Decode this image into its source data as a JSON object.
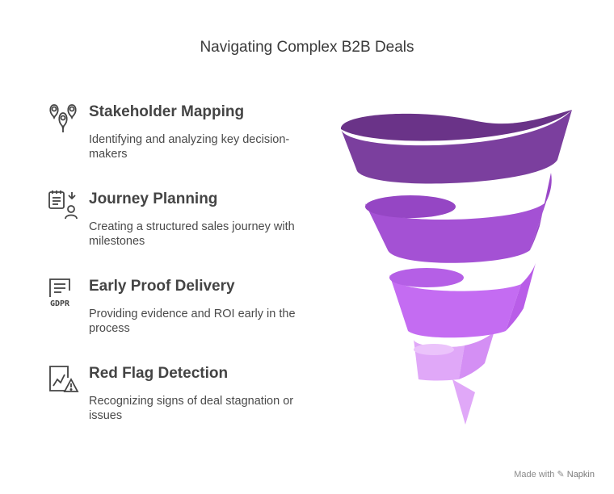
{
  "title": "Navigating Complex B2B Deals",
  "items": [
    {
      "heading": "Stakeholder Mapping",
      "description": "Identifying and analyzing key decision-makers",
      "icon": "map-pins-icon",
      "color": "#7b3f9e"
    },
    {
      "heading": "Journey Planning",
      "description": "Creating a structured sales journey with milestones",
      "icon": "checklist-person-icon",
      "color": "#a855d8"
    },
    {
      "heading": "Early Proof Delivery",
      "description": "Providing evidence and ROI early in the process",
      "icon": "gdpr-document-icon",
      "color": "#c06cf0"
    },
    {
      "heading": "Red Flag Detection",
      "description": "Recognizing signs of deal stagnation or issues",
      "icon": "chart-warning-icon",
      "color": "#e0a8f8"
    }
  ],
  "footer": {
    "made_with": "Made with",
    "brand": "Napkin"
  }
}
